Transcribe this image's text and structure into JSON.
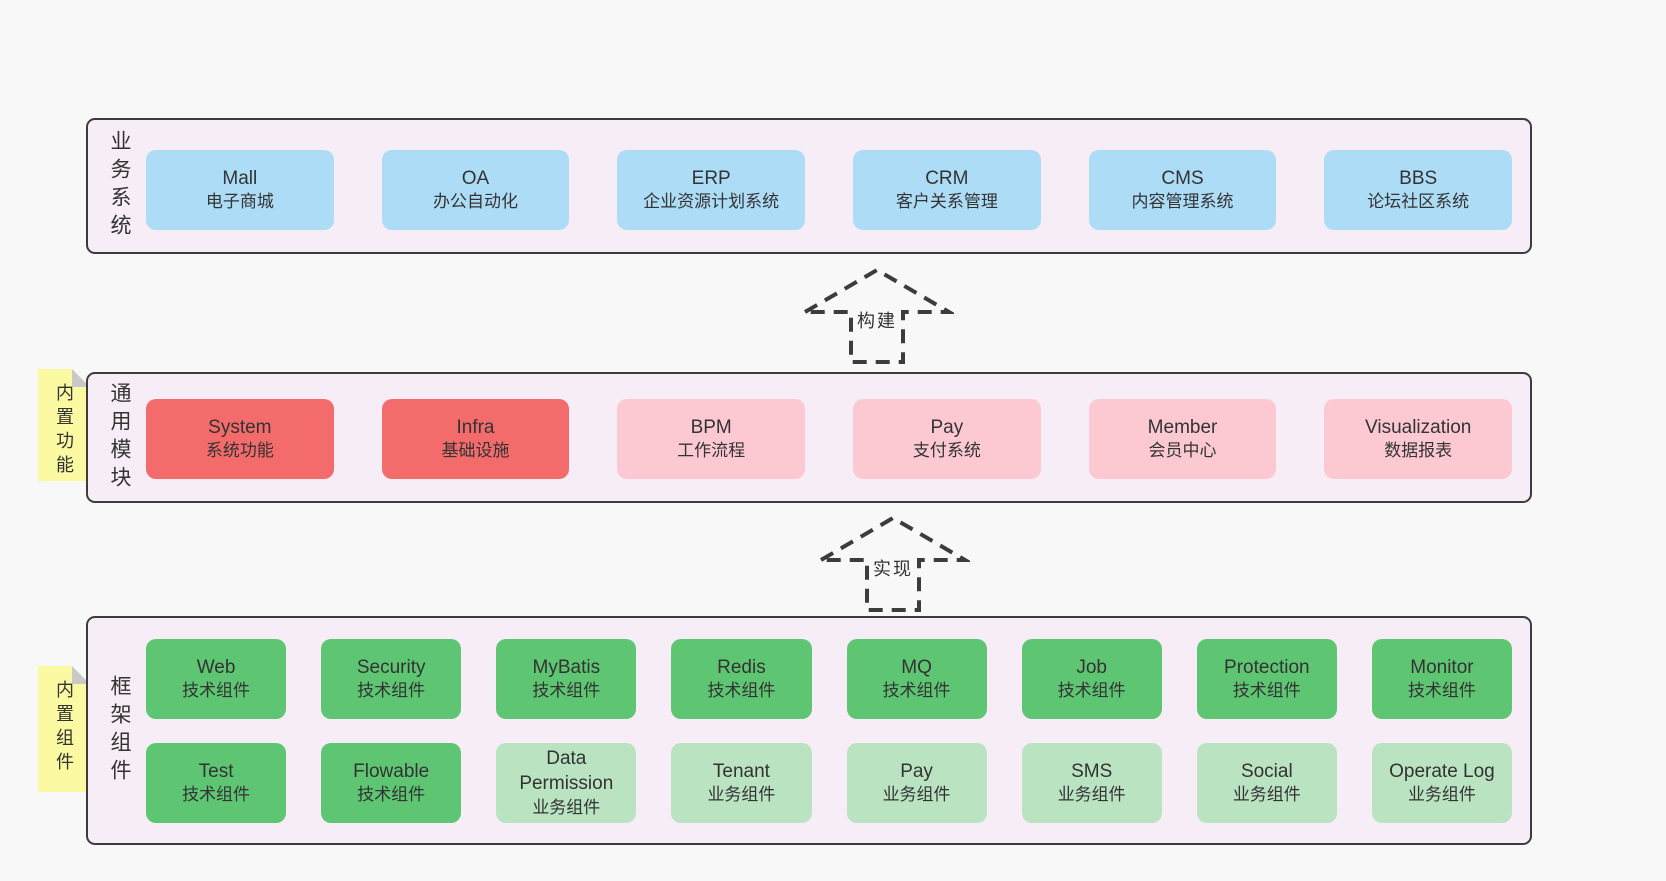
{
  "colors": {
    "pagebg": "#f8f8f8",
    "bandbg": "#f6edf6",
    "line": "#3c3c3c",
    "ink": "#333333",
    "blue": "#addcf7",
    "red": "#f46b6b",
    "pink": "#fcc9d3",
    "green1": "#5ec573",
    "green2": "#b9e3c1",
    "yellow": "#fbf9a2",
    "fold": "#c8c8c8"
  },
  "notes": [
    {
      "text": "内置功能"
    },
    {
      "text": "内置组件"
    }
  ],
  "arrows": [
    {
      "label": "构建"
    },
    {
      "label": "实现"
    }
  ],
  "bands": [
    {
      "label": "业务系统",
      "boxes": [
        {
          "title": "Mall",
          "subtitle": "电子商城",
          "color": "blue"
        },
        {
          "title": "OA",
          "subtitle": "办公自动化",
          "color": "blue"
        },
        {
          "title": "ERP",
          "subtitle": "企业资源计划系统",
          "color": "blue"
        },
        {
          "title": "CRM",
          "subtitle": "客户关系管理",
          "color": "blue"
        },
        {
          "title": "CMS",
          "subtitle": "内容管理系统",
          "color": "blue"
        },
        {
          "title": "BBS",
          "subtitle": "论坛社区系统",
          "color": "blue"
        }
      ]
    },
    {
      "label": "通用模块",
      "boxes": [
        {
          "title": "System",
          "subtitle": "系统功能",
          "color": "red"
        },
        {
          "title": "Infra",
          "subtitle": "基础设施",
          "color": "red"
        },
        {
          "title": "BPM",
          "subtitle": "工作流程",
          "color": "pink"
        },
        {
          "title": "Pay",
          "subtitle": "支付系统",
          "color": "pink"
        },
        {
          "title": "Member",
          "subtitle": "会员中心",
          "color": "pink"
        },
        {
          "title": "Visualization",
          "subtitle": "数据报表",
          "color": "pink"
        }
      ]
    },
    {
      "label": "框架组件",
      "rows": [
        [
          {
            "title": "Web",
            "subtitle": "技术组件",
            "color": "green1"
          },
          {
            "title": "Security",
            "subtitle": "技术组件",
            "color": "green1"
          },
          {
            "title": "MyBatis",
            "subtitle": "技术组件",
            "color": "green1"
          },
          {
            "title": "Redis",
            "subtitle": "技术组件",
            "color": "green1"
          },
          {
            "title": "MQ",
            "subtitle": "技术组件",
            "color": "green1"
          },
          {
            "title": "Job",
            "subtitle": "技术组件",
            "color": "green1"
          },
          {
            "title": "Protection",
            "subtitle": "技术组件",
            "color": "green1"
          },
          {
            "title": "Monitor",
            "subtitle": "技术组件",
            "color": "green1"
          }
        ],
        [
          {
            "title": "Test",
            "subtitle": "技术组件",
            "color": "green1"
          },
          {
            "title": "Flowable",
            "subtitle": "技术组件",
            "color": "green1"
          },
          {
            "title": "Data Permission",
            "subtitle": "业务组件",
            "color": "green2"
          },
          {
            "title": "Tenant",
            "subtitle": "业务组件",
            "color": "green2"
          },
          {
            "title": "Pay",
            "subtitle": "业务组件",
            "color": "green2"
          },
          {
            "title": "SMS",
            "subtitle": "业务组件",
            "color": "green2"
          },
          {
            "title": "Social",
            "subtitle": "业务组件",
            "color": "green2"
          },
          {
            "title": "Operate Log",
            "subtitle": "业务组件",
            "color": "green2"
          }
        ]
      ]
    }
  ]
}
